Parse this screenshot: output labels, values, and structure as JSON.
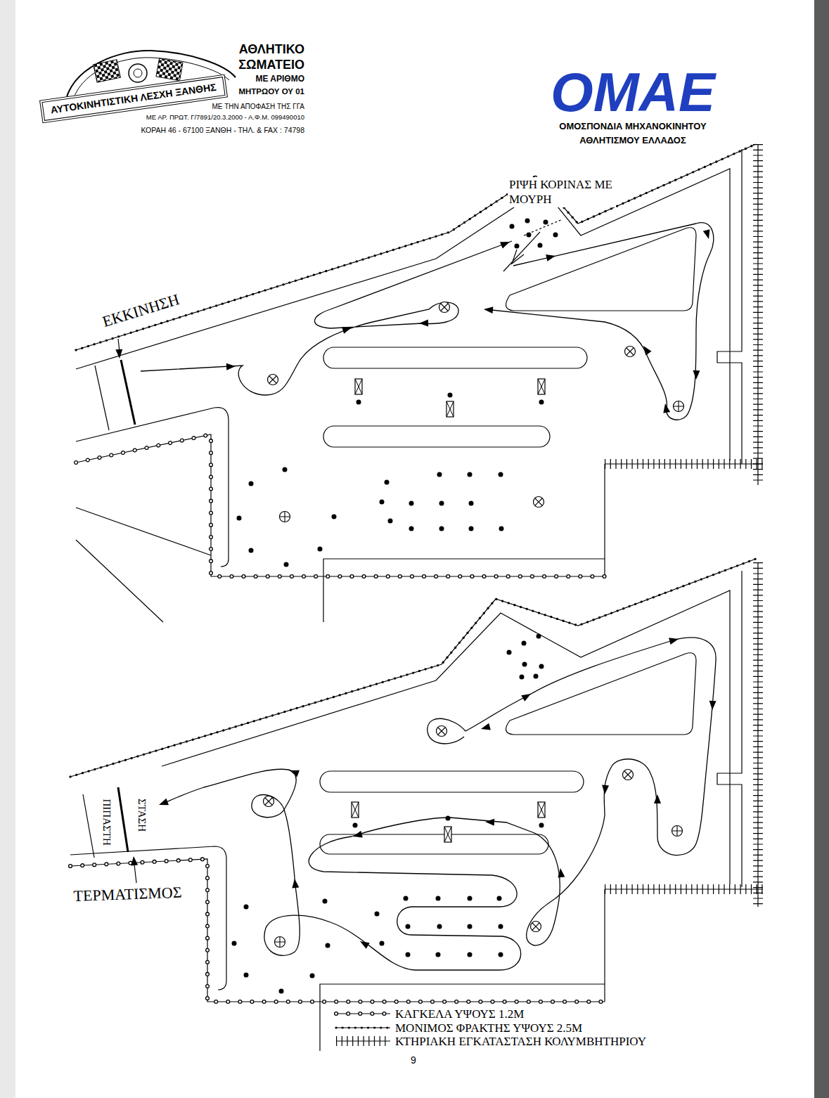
{
  "diagram": {
    "nodes": [
      {
        "text": [
          "ΑΥΤΟΚΙΝΗΤΙΣΤΙΚΗ ΛΕΣΧΗ ΞΑΝΘΗΣ"
        ]
      }
    ],
    "labels": [
      "ΑΘΛΗΤΙΚΟ",
      "ΣΩΜΑΤΕΙΟ",
      "ΜΕ ΑΡΙΘΜΟ",
      "ΜΗΤΡΩΟΥ ΟΥ 01",
      "ΜΕ ΤΗΝ ΑΠΟΦΑΣΗ ΤΗΣ ΓΓΑ",
      "ΜΕ ΑΡ. ΠΡΩΤ. Γ/7891/20.3.2000 - Α.Φ.Μ. 099490010",
      "ΚΟΡΑΗ 46 - 67100 ΞΑΝΘΗ - ΤΗΛ. & FAX : 74798",
      "ΟΜΑΕ",
      "ΟΜΟΣΠΟΝΔΙΑ ΜΗΧΑΝΟΚΙΝΗΤΟΥ ΑΘΛΗΤΙΣΜΟΥ ΕΛΛΑΔΟΣ",
      "ΡΙΨΗ ΚΟΡΙΝΑΣ ΜΕ ΜΟΥΡΗ",
      "ΕΚΚΙΝΗΣΗ",
      "ΠΙΠΑΣΤΗ",
      "ΣΤΑΣΗ",
      "ΤΕΡΜΑΤΙΣΜΟΣ",
      "9"
    ],
    "legend": [
      {
        "text": "ΚΑΓΚΕΛΑ ΥΨΟΥΣ 1.2Μ"
      },
      {
        "text": "ΜΟΝΙΜΟΣ ΦΡΑΚΤΗΣ ΥΨΟΥΣ 2.5Μ"
      },
      {
        "text": "ΚΤΗΡΙΑΚΗ ΕΓΚΑΤΑΣΤΑΣΗ ΚΟΛΥΜΒΗΤΗΡΙΟΥ"
      }
    ]
  }
}
